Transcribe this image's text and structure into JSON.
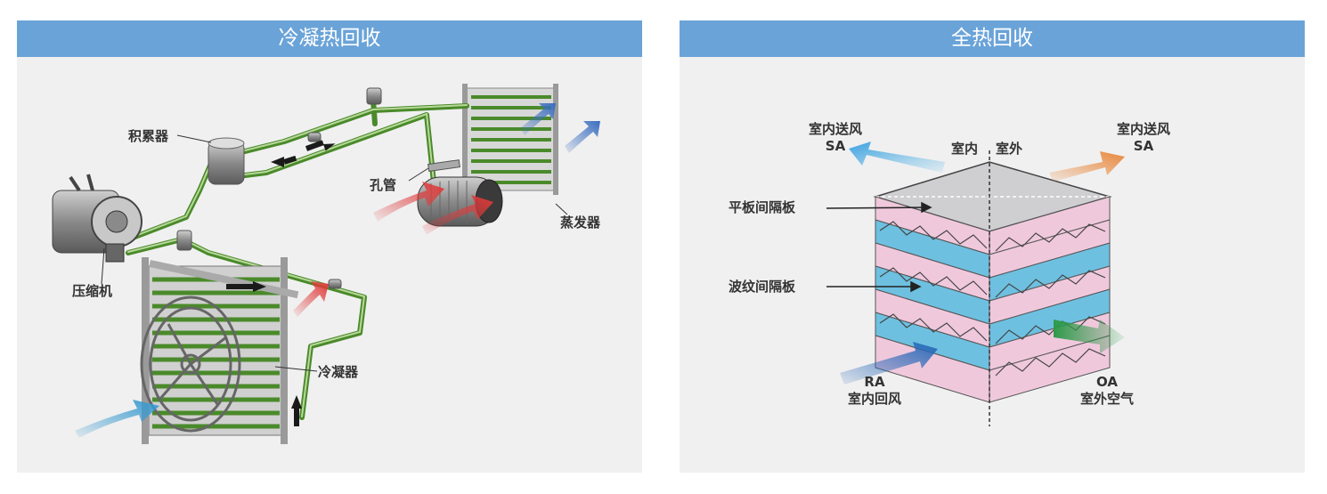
{
  "left_panel": {
    "title": "冷凝热回收",
    "labels": {
      "accumulator": "积累器",
      "compressor": "压缩机",
      "orifice_tube": "孔管",
      "evaporator": "蒸发器",
      "condenser": "冷凝器"
    }
  },
  "right_panel": {
    "title": "全热回收",
    "labels": {
      "sa_left_cn": "室内送风",
      "sa_left_en": "SA",
      "sa_right_cn": "室内送风",
      "sa_right_en": "SA",
      "indoor": "室内",
      "outdoor": "室外",
      "flat_plate": "平板间隔板",
      "corrugated_plate": "波纹间隔板",
      "ra_en": "RA",
      "ra_cn": "室内回风",
      "oa_en": "OA",
      "oa_cn": "室外空气"
    }
  },
  "colors": {
    "header_bg": "#6aa3d8",
    "panel_bg": "#f0f0f0",
    "pipe_green": "#4a8a2a",
    "arrow_red": "#e03a3a",
    "arrow_blue": "#3a86c8",
    "arrow_orange": "#e8873a",
    "arrow_green": "#2e9a4a",
    "plate_pink": "#f0c8dc",
    "plate_blue": "#6ec0e0"
  }
}
